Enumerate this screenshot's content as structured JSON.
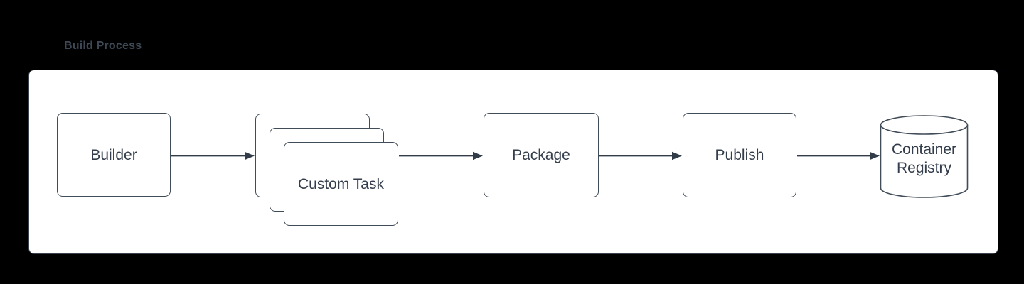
{
  "diagram": {
    "title": "Build Process",
    "nodes": [
      {
        "id": "builder",
        "label": "Builder",
        "shape": "rounded-rectangle"
      },
      {
        "id": "custom-task",
        "label": "Custom Task",
        "shape": "stacked-rounded-rectangle",
        "copies": 3
      },
      {
        "id": "package",
        "label": "Package",
        "shape": "rounded-rectangle"
      },
      {
        "id": "publish",
        "label": "Publish",
        "shape": "rounded-rectangle"
      },
      {
        "id": "container-registry",
        "label": "Container Registry",
        "shape": "cylinder-database"
      }
    ],
    "edges": [
      {
        "from": "builder",
        "to": "custom-task",
        "style": "arrow"
      },
      {
        "from": "custom-task",
        "to": "package",
        "style": "arrow"
      },
      {
        "from": "package",
        "to": "publish",
        "style": "arrow"
      },
      {
        "from": "publish",
        "to": "container-registry",
        "style": "arrow"
      }
    ],
    "colors": {
      "background": "#000000",
      "panel_fill": "#ffffff",
      "panel_stroke": "#39424d",
      "shape_stroke": "#414c59",
      "connector": "#323c49",
      "text": "#333d4b",
      "title": "#3e4854"
    }
  }
}
